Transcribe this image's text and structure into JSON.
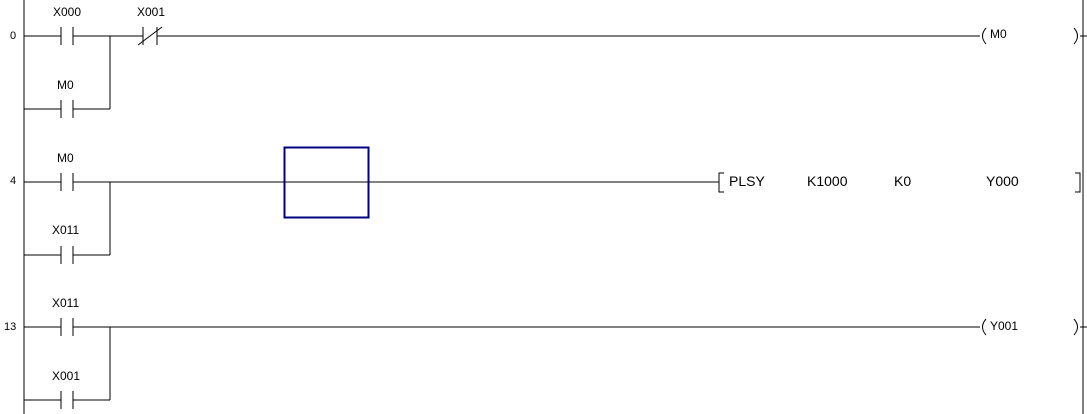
{
  "editor": {
    "rungs": [
      {
        "step": "0",
        "main_contacts": [
          {
            "device": "X000",
            "type": "normally-open"
          },
          {
            "device": "X001",
            "type": "normally-closed"
          }
        ],
        "parallel_branch": {
          "device": "M0",
          "type": "normally-open"
        },
        "output": {
          "kind": "coil",
          "operand": "M0"
        }
      },
      {
        "step": "4",
        "main_contacts": [
          {
            "device": "M0",
            "type": "normally-open"
          }
        ],
        "parallel_branch": {
          "device": "X011",
          "type": "normally-open"
        },
        "output": {
          "kind": "instruction",
          "mnemonic": "PLSY",
          "operands": [
            "K1000",
            "K0",
            "Y000"
          ]
        }
      },
      {
        "step": "13",
        "main_contacts": [
          {
            "device": "X011",
            "type": "normally-open"
          }
        ],
        "parallel_branch": {
          "device": "X001",
          "type": "normally-open"
        },
        "output": {
          "kind": "coil",
          "operand": "Y001"
        }
      }
    ],
    "cursor": {
      "color": "#000080",
      "rung_index": 1
    }
  },
  "colors": {
    "wire": "#000000",
    "background": "#ffffff",
    "cursor": "#000080"
  }
}
